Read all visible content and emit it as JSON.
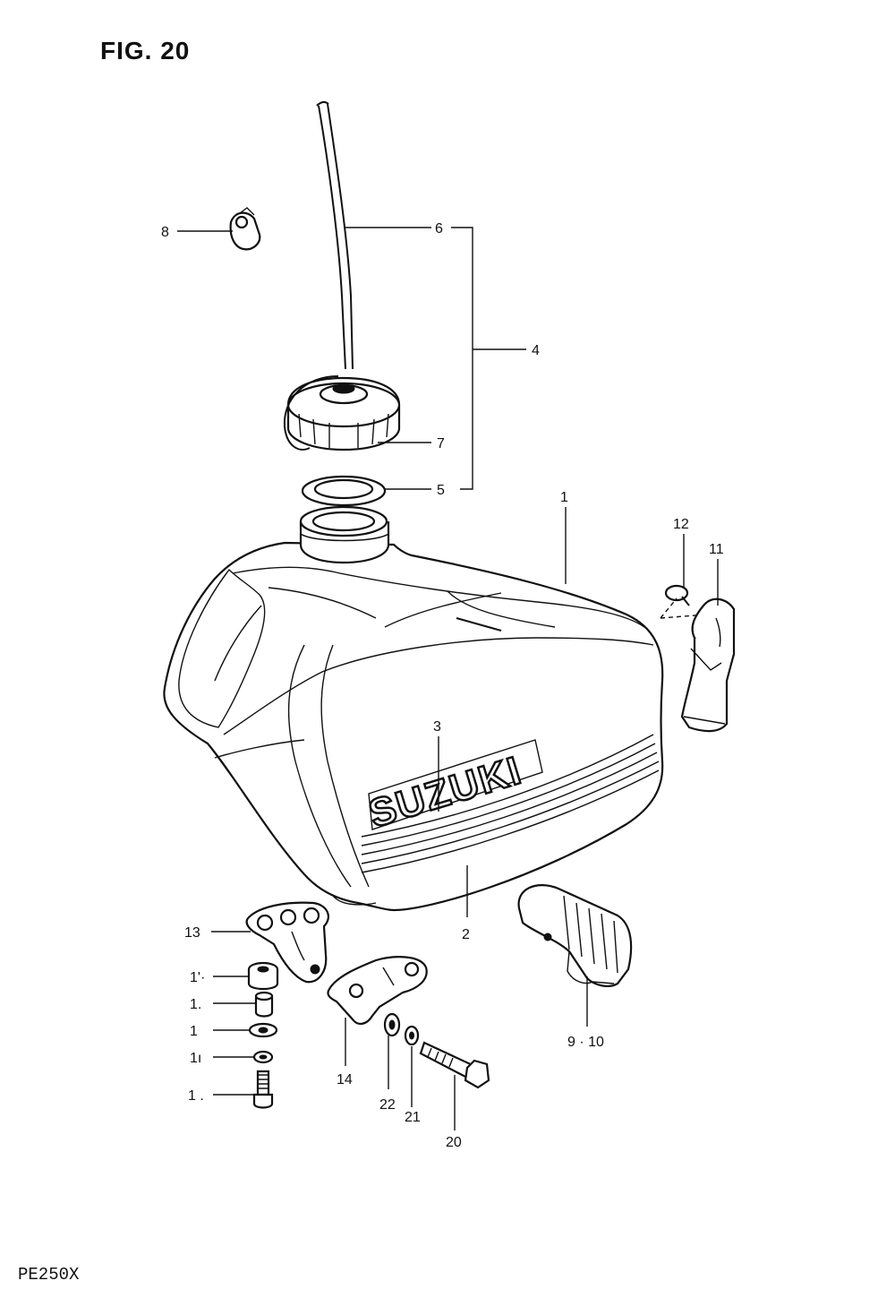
{
  "figure": {
    "title": "FIG. 20",
    "model": "PE250X",
    "brand": "SUZUKI"
  },
  "callouts": {
    "c1": "1",
    "c2": "2",
    "c3": "3",
    "c4": "4",
    "c5": "5",
    "c6": "6",
    "c7": "7",
    "c8": "8",
    "c9_10": "9 · 10",
    "c11": "11",
    "c12": "12",
    "c13": "13",
    "c14": "14",
    "c20": "20",
    "c21": "21",
    "c22": "22",
    "c15": "1'·",
    "c16": "1.",
    "c17": "1",
    "c18": "1ı",
    "c19": "1 ."
  }
}
